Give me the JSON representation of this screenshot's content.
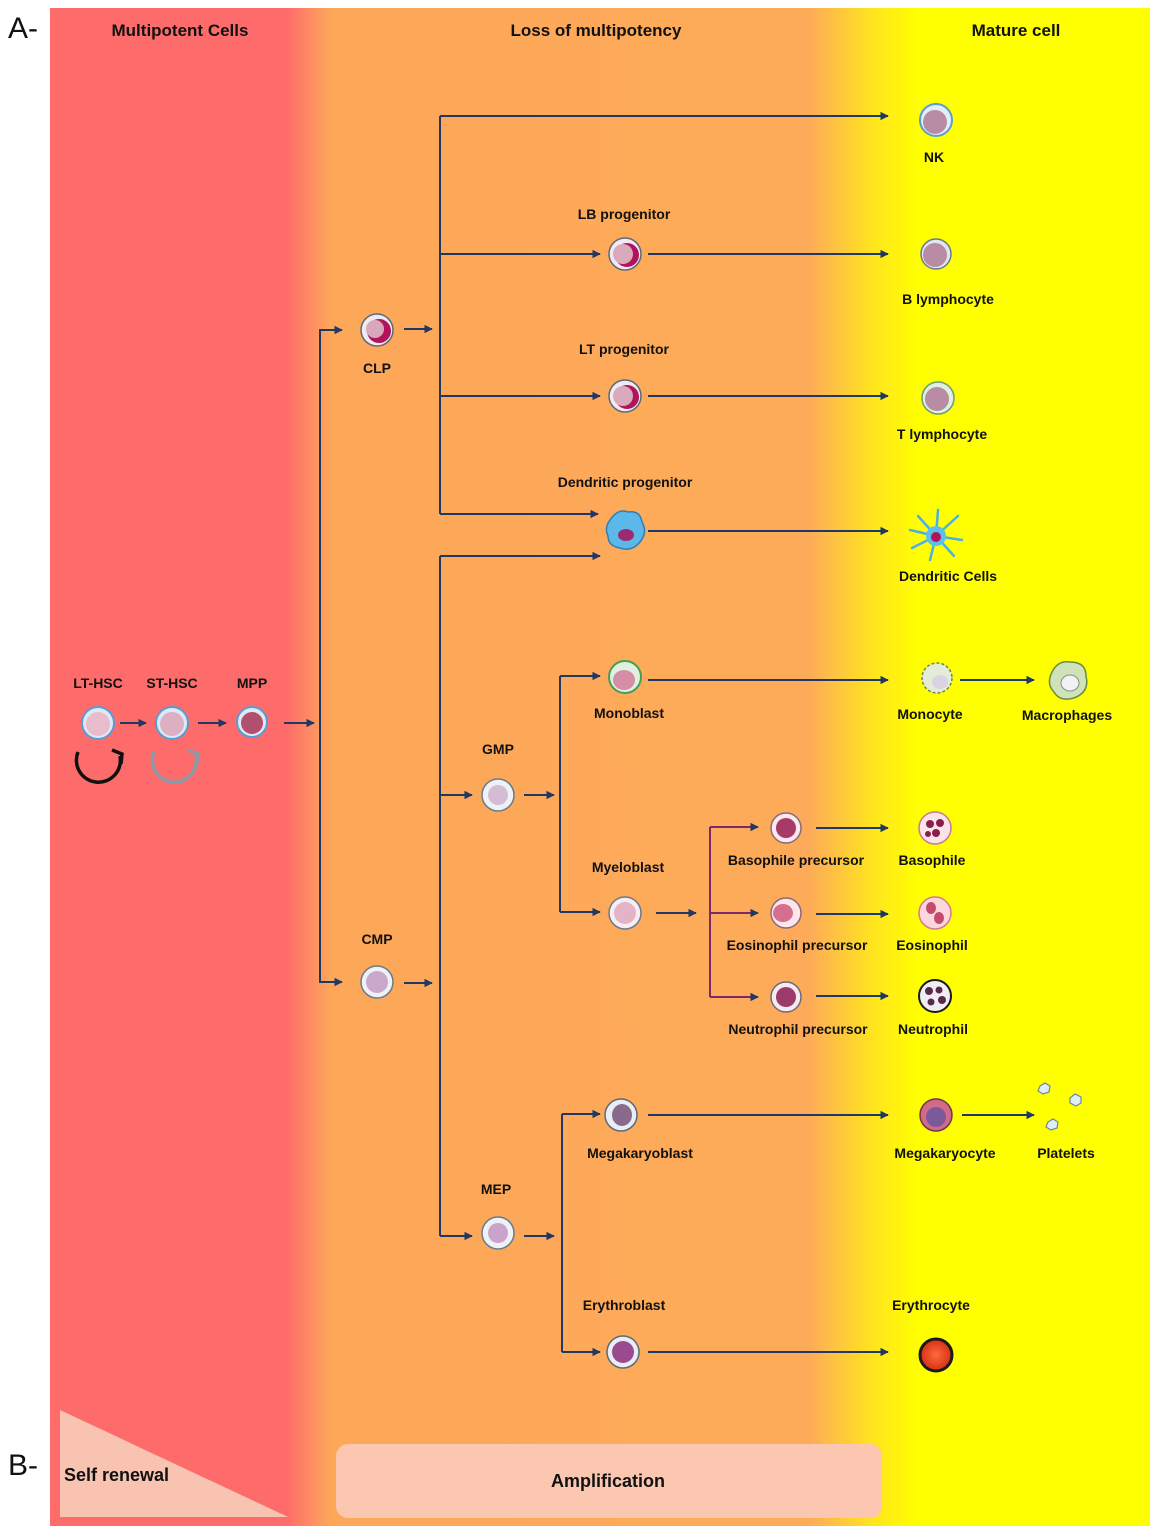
{
  "panel_labels": {
    "a": "A-",
    "b": "B-"
  },
  "headers": {
    "multipotent": "Multipotent Cells",
    "loss": "Loss of multipotency",
    "mature": "Mature cell"
  },
  "cells": {
    "lt_hsc": "LT-HSC",
    "st_hsc": "ST-HSC",
    "mpp": "MPP",
    "clp": "CLP",
    "cmp": "CMP",
    "gmp": "GMP",
    "mep": "MEP",
    "lb_progenitor": "LB progenitor",
    "lt_progenitor": "LT progenitor",
    "dendritic_progenitor": "Dendritic progenitor",
    "monoblast": "Monoblast",
    "myeloblast": "Myeloblast",
    "basophile_precursor": "Basophile precursor",
    "eosinophil_precursor": "Eosinophil precursor",
    "neutrophil_precursor": "Neutrophil precursor",
    "megakaryoblast": "Megakaryoblast",
    "erythroblast": "Erythroblast",
    "nk": "NK",
    "b_lymphocyte": "B  lymphocyte",
    "t_lymphocyte": "T lymphocyte",
    "dendritic_cells": "Dendritic  Cells",
    "monocyte": "Monocyte",
    "macrophages": "Macrophages",
    "basophile": "Basophile",
    "eosinophil": "Eosinophil",
    "neutrophil": "Neutrophil",
    "megakaryocyte": "Megakaryocyte",
    "platelets": "Platelets",
    "erythrocyte": "Erythrocyte"
  },
  "bottom": {
    "self_renewal": "Self renewal",
    "amplification": "Amplification"
  },
  "colors": {
    "multipotent_zone": "#fd6c6b",
    "loss_zone": "#fdab59",
    "mature_zone": "#ffff00",
    "arrow": "#1f3864",
    "renewal_panel": "#f9c3b1",
    "amplification_panel": "#fbc7b1"
  }
}
